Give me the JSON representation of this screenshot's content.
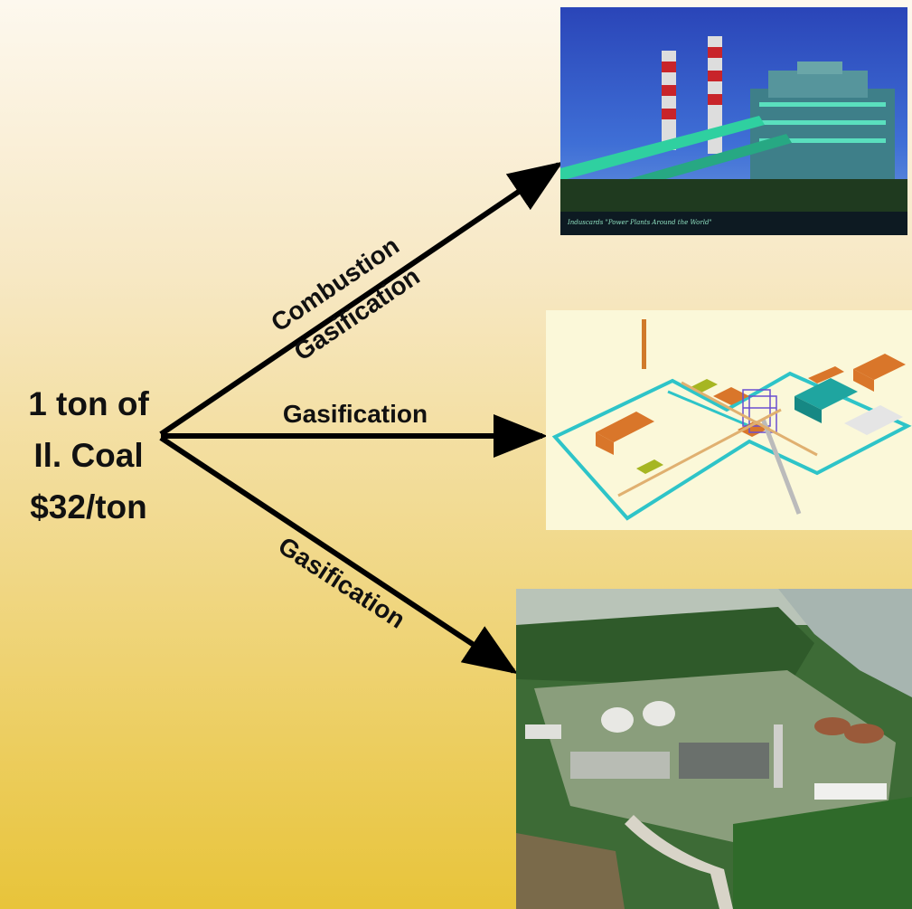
{
  "coal": {
    "line1": "1 ton of",
    "line2": "Il. Coal",
    "line3": "$32/ton"
  },
  "arrows": {
    "upper_label_1": "Combustion",
    "upper_label_2": "Gasification",
    "middle_label": "Gasification",
    "lower_label": "Gasification"
  },
  "photo_caption": "Induscards \"Power Plants Around the World\"",
  "colors": {
    "arrow": "#000000",
    "background_top": "#fdf8ee",
    "background_bottom": "#e8c43a"
  }
}
